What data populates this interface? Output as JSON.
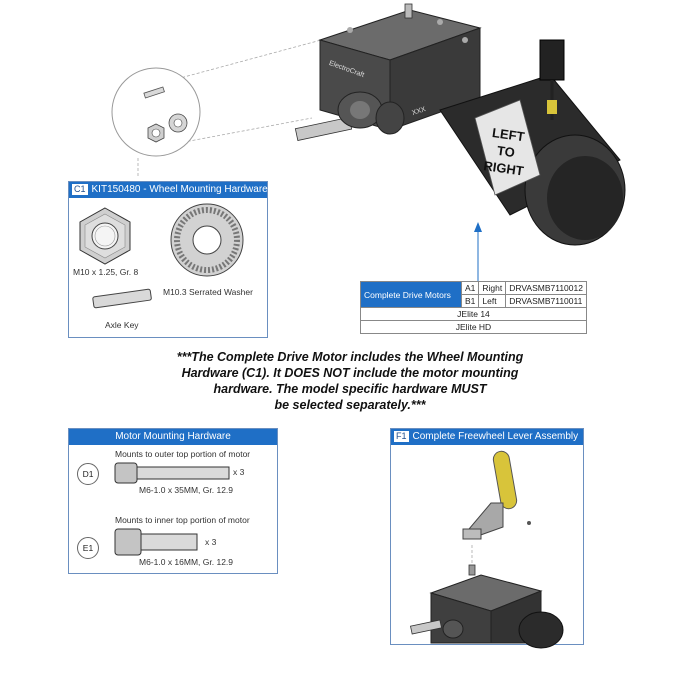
{
  "kit": {
    "code": "C1",
    "title": "KIT150480 - Wheel Mounting Hardware",
    "nut_label": "M10 x 1.25, Gr. 8",
    "washer_label": "M10.3 Serrated Washer",
    "key_label": "Axle Key"
  },
  "motor_label": {
    "lines": [
      "LEFT",
      "TO",
      "RIGHT"
    ],
    "brand": "ElectroCraft",
    "code": "XXX"
  },
  "drive_table": {
    "header": "Complete Drive Motors",
    "rows": [
      {
        "code": "A1",
        "side": "Right",
        "part": "DRVASMB7110012"
      },
      {
        "code": "B1",
        "side": "Left",
        "part": "DRVASMB7110011"
      }
    ],
    "models": [
      "JElite 14",
      "JElite HD"
    ]
  },
  "note": {
    "lines": [
      "***The Complete Drive Motor includes the Wheel Mounting",
      "Hardware (C1). It DOES NOT include the motor mounting",
      "hardware. The model specific hardware MUST",
      "be selected separately.***"
    ]
  },
  "motor_mount": {
    "title": "Motor Mounting Hardware",
    "items": [
      {
        "code": "D1",
        "desc": "Mounts to outer top portion of motor",
        "qty": "x 3",
        "spec": "M6-1.0 x 35MM, Gr. 12.9"
      },
      {
        "code": "E1",
        "desc": "Mounts to inner top portion of motor",
        "qty": "x 3",
        "spec": "M6-1.0 x 16MM, Gr. 12.9"
      }
    ]
  },
  "freewheel": {
    "code": "F1",
    "title": "Complete Freewheel Lever Assembly"
  },
  "colors": {
    "header_blue": "#1f6fc6",
    "border_blue": "#6a8fc0",
    "lever_yellow": "#d8c43a",
    "motor_dark": "#2b2b2b"
  }
}
